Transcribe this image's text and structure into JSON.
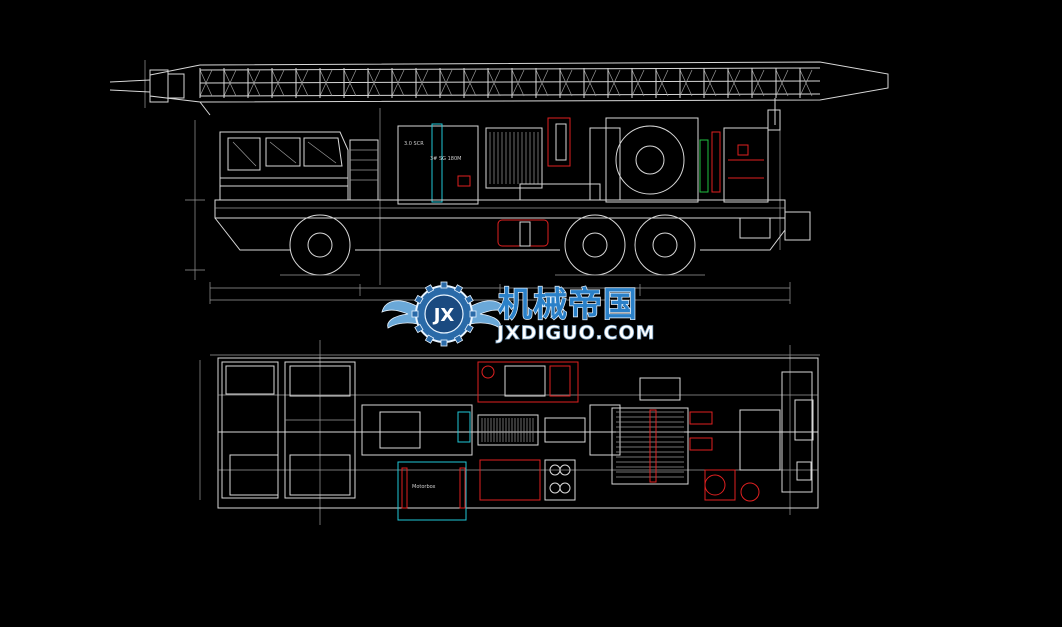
{
  "drawing": {
    "top_view_title": "side-elevation",
    "plan_view_title": "plan-view",
    "side_labels": [
      "3.0 SCR",
      "3# SG 180M"
    ],
    "plan_labels": [
      "Motorbox"
    ]
  },
  "watermark": {
    "logo_letters": "JX",
    "cn": "机械帝国",
    "en": "JXDIGUO.COM"
  },
  "colors": {
    "background": "#000000",
    "linework": "#d8d8d8",
    "highlight_red": "#e02020",
    "highlight_cyan": "#1fc8d8",
    "highlight_green": "#20c040",
    "watermark_blue": "#2a80c8"
  }
}
